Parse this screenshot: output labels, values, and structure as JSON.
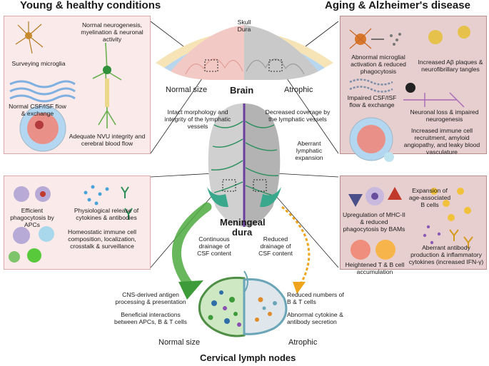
{
  "headings": {
    "left": "Young & healthy conditions",
    "right": "Aging & Alzheimer's disease"
  },
  "brain": {
    "skull": "Skull",
    "dura": "Dura",
    "title": "Brain",
    "normal": "Normal size",
    "atrophic": "Atrophic"
  },
  "meninges": {
    "title_line1": "Meningeal",
    "title_line2": "dura",
    "intact": "Intact morphology and integrity of the lymphatic vessels",
    "decreased": "Decreased coverage by the lymphatic vessels",
    "aberrant": "Aberrant lymphatic expansion",
    "continuous": "Continuous drainage of CSF content",
    "reduced": "Reduced drainage of CSF content"
  },
  "lymph": {
    "title": "Cervical lymph nodes",
    "normal": "Normal size",
    "atrophic": "Atrophic",
    "cns_antigen": "CNS-derived antigen processing & presentation",
    "beneficial": "Beneficial interactions between APCs, B & T cells",
    "reduced_bt": "Reduced numbers of B & T cells",
    "abnormal_cytokine": "Abnormal cytokine & antibody secretion"
  },
  "young_brain_panel": {
    "neurogenesis": "Normal neurogenesis, myelination & neuronal activity",
    "microglia": "Surveying microglia",
    "csf": "Normal CSF/ISF flow & exchange",
    "nvu": "Adequate NVU integrity and cerebral blood flow"
  },
  "young_immune_panel": {
    "phagocytosis": "Efficient phagocytosis by APCs",
    "cytokines": "Physiological release of cytokines & antibodies",
    "homeostatic": "Homeostatic immune cell composition, localization, crosstalk & surveillance"
  },
  "aging_brain_panel": {
    "microglial": "Abnormal microglial activation & reduced phagocytosis",
    "plaques": "Increased Aβ plaques & neurofibrillary tangles",
    "csf": "Impaired CSF/ISF flow & exchange",
    "neuronal_loss": "Neuronal loss & impaired neurogenesis",
    "immune_recruit": "Increased immune cell recruitment, amyloid angiopathy, and leaky blood vasculature"
  },
  "aging_immune_panel": {
    "mhc": "Upregulation of MHC-II & reduced phagocytosis by BAMs",
    "abc": "Expansion of age-associated B cells",
    "tb": "Heightened T & B cell accumulation",
    "antibody": "Aberrant antibody production & inflammatory cytokines (increased IFN-γ)"
  },
  "colors": {
    "green": "#3e9b3a",
    "orange": "#f0a41c",
    "left_panel": "#fbeaea",
    "right_panel": "#e8cfcf"
  }
}
